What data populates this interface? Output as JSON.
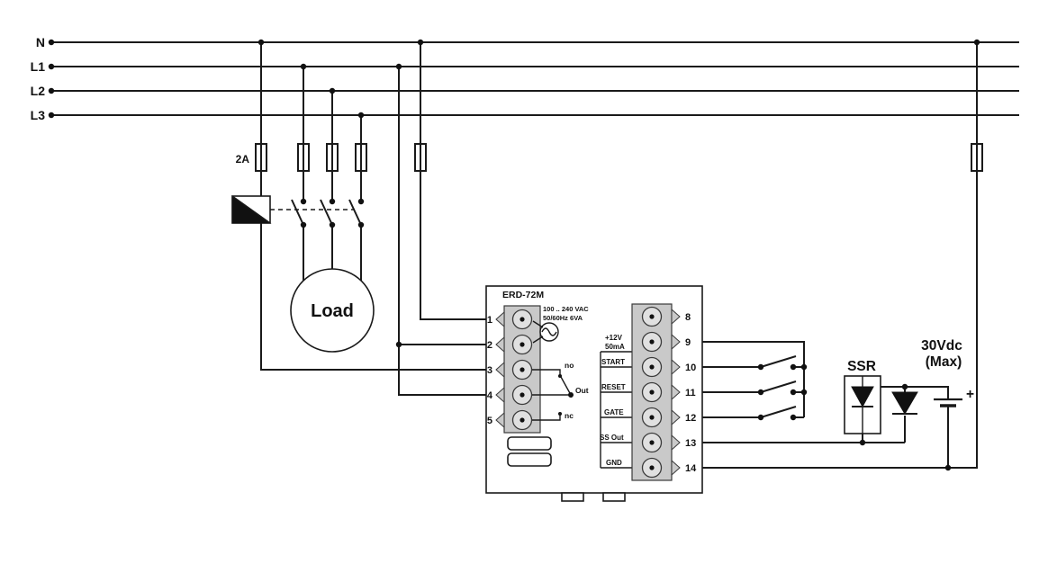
{
  "bus": {
    "labels": [
      "N",
      "L1",
      "L2",
      "L3"
    ]
  },
  "fuse_label": "2A",
  "load_label": "Load",
  "device": {
    "title": "ERD-72M",
    "supply_line1": "100 .. 240 VAC",
    "supply_line2": "50/60Hz 6VA",
    "left_terminals": [
      "1",
      "2",
      "3",
      "4",
      "5"
    ],
    "right_terminals": [
      "8",
      "9",
      "10",
      "11",
      "12",
      "13",
      "14"
    ],
    "relay": {
      "no": "no",
      "out": "Out",
      "nc": "nc"
    },
    "io": {
      "v12": "+12V",
      "ma50": "50mA",
      "start": "START",
      "reset": "RESET",
      "gate": "GATE",
      "ss_out": "SS Out",
      "gnd": "GND"
    }
  },
  "right": {
    "ssr": "SSR",
    "dc1": "30Vdc",
    "dc2": "(Max)",
    "plus": "+"
  },
  "symbols": [
    "fuse-icon",
    "contactor-coil-icon",
    "contactor-contact-icon",
    "load-motor-icon",
    "ac-source-icon",
    "spdt-relay-icon",
    "switch-icon",
    "ssr-icon",
    "diode-icon",
    "battery-icon"
  ],
  "colors": {
    "wire": "#1a1a1a",
    "strip_fill": "#c9c9c9",
    "terminal_fill": "#e0e0e0",
    "background": "#ffffff"
  }
}
